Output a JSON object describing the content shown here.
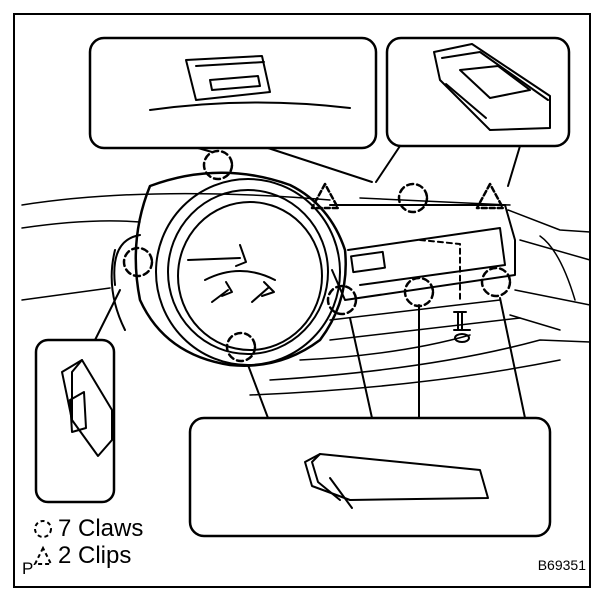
{
  "legend": {
    "claws": {
      "marker": "dashed-circle",
      "text": "7 Claws"
    },
    "clips": {
      "marker": "dashed-triangle",
      "text": "2 Clips"
    }
  },
  "corner_letter": "P",
  "figure_code": "B69351"
}
